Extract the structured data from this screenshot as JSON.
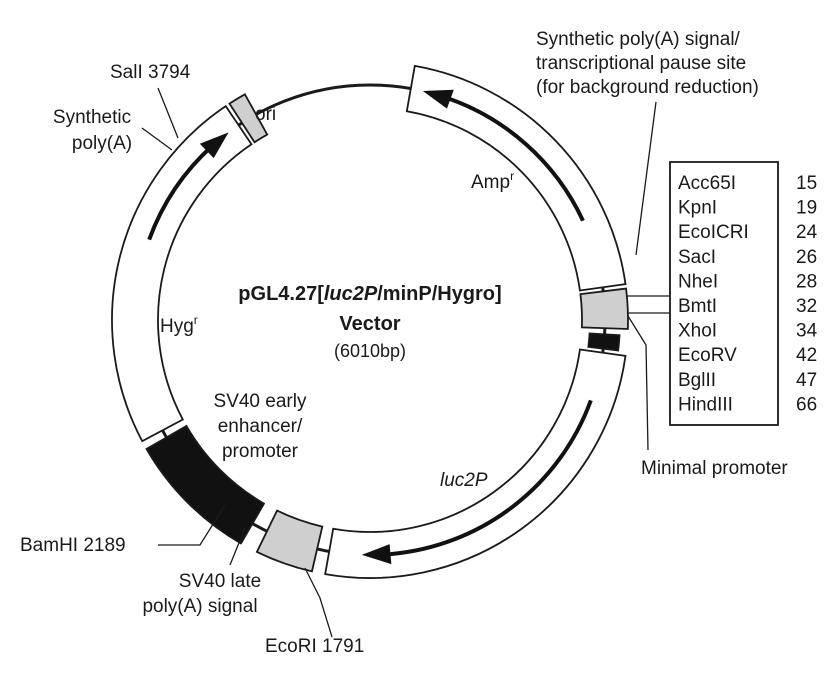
{
  "vector": {
    "name_prefix": "pGL4.27[",
    "name_italic": "luc2P",
    "name_suffix": "/minP/Hygro]",
    "name_line2": "Vector",
    "size": "(6010bp)"
  },
  "labels": {
    "ori": "ori",
    "ampr_base": "Amp",
    "ampr_sup": "r",
    "hygr_base": "Hyg",
    "hygr_sup": "r",
    "luc2p": "luc2P",
    "sall": "SalI 3794",
    "synthetic_polya": [
      "Synthetic",
      "poly(A)"
    ],
    "pause_site": [
      "Synthetic poly(A) signal/",
      "transcriptional pause site",
      "(for background reduction)"
    ],
    "sv40_enhancer": [
      "SV40 early",
      "enhancer/",
      "promoter"
    ],
    "minimal_promoter": "Minimal promoter",
    "bamhi": "BamHI 2189",
    "sv40_late": [
      "SV40 late",
      "poly(A) signal"
    ],
    "ecori": "EcoRI 1791"
  },
  "mcs": [
    {
      "enzyme": "Acc65I",
      "pos": "15"
    },
    {
      "enzyme": "KpnI",
      "pos": "19"
    },
    {
      "enzyme": "EcoICRI",
      "pos": "24"
    },
    {
      "enzyme": "SacI",
      "pos": "26"
    },
    {
      "enzyme": "NheI",
      "pos": "28"
    },
    {
      "enzyme": "BmtI",
      "pos": "32"
    },
    {
      "enzyme": "XhoI",
      "pos": "34"
    },
    {
      "enzyme": "EcoRV",
      "pos": "42"
    },
    {
      "enzyme": "BglII",
      "pos": "47"
    },
    {
      "enzyme": "HindIII",
      "pos": "66"
    }
  ],
  "colors": {
    "line": "#1a1a1a",
    "box_gray": "#cfcfcf",
    "solid": "#111111",
    "feature_fill": "#ffffff"
  }
}
